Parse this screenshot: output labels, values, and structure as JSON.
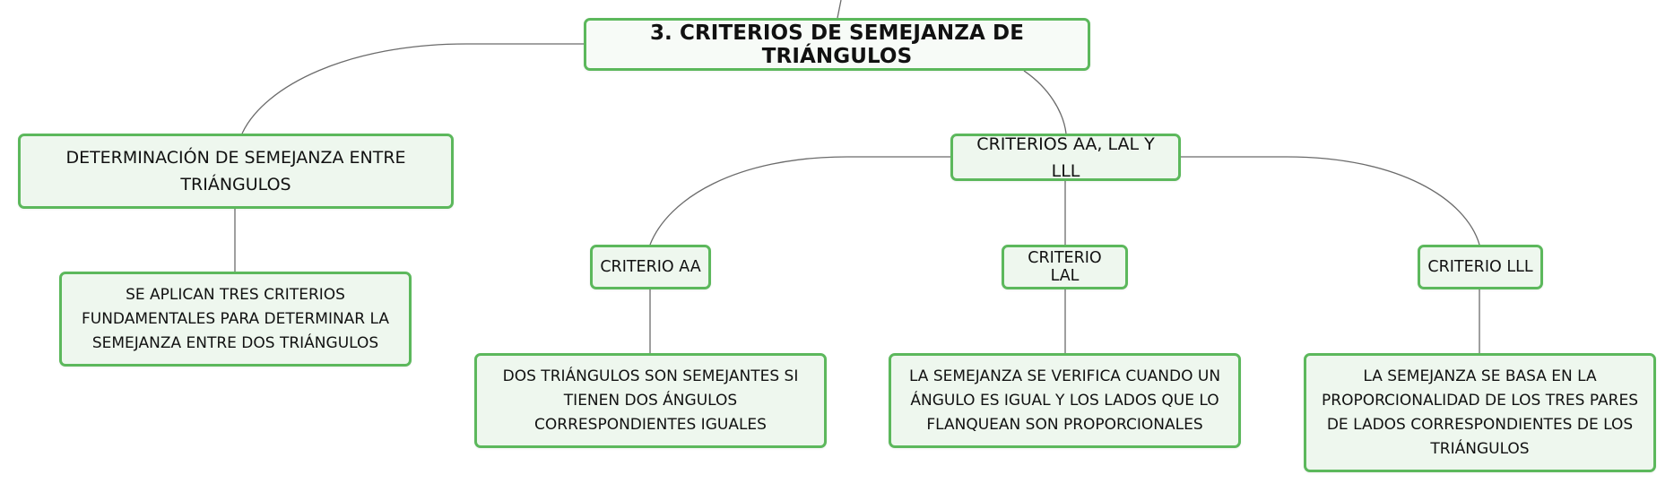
{
  "root": {
    "label": "3. CRITERIOS DE SEMEJANZA DE TRIÁNGULOS"
  },
  "branches": [
    {
      "label": "DETERMINACIÓN DE SEMEJANZA ENTRE TRIÁNGULOS",
      "children": [
        {
          "label": "SE APLICAN TRES CRITERIOS FUNDAMENTALES PARA DETERMINAR LA SEMEJANZA ENTRE DOS TRIÁNGULOS"
        }
      ]
    },
    {
      "label": "CRITERIOS AA, LAL Y LLL",
      "children": [
        {
          "label": "CRITERIO AA",
          "children": [
            {
              "label": "DOS TRIÁNGULOS SON SEMEJANTES SI TIENEN DOS ÁNGULOS CORRESPONDIENTES IGUALES"
            }
          ]
        },
        {
          "label": "CRITERIO LAL",
          "children": [
            {
              "label": "LA SEMEJANZA SE VERIFICA CUANDO UN ÁNGULO ES IGUAL Y LOS LADOS QUE LO FLANQUEAN SON PROPORCIONALES"
            }
          ]
        },
        {
          "label": "CRITERIO LLL",
          "children": [
            {
              "label": "LA SEMEJANZA SE BASA EN LA PROPORCIONALIDAD DE LOS TRES PARES DE LADOS CORRESPONDIENTES DE LOS TRIÁNGULOS"
            }
          ]
        }
      ]
    }
  ],
  "colors": {
    "node_border": "#5cb85c",
    "node_fill": "#eef7ee",
    "connector": "#6b6b6b"
  }
}
